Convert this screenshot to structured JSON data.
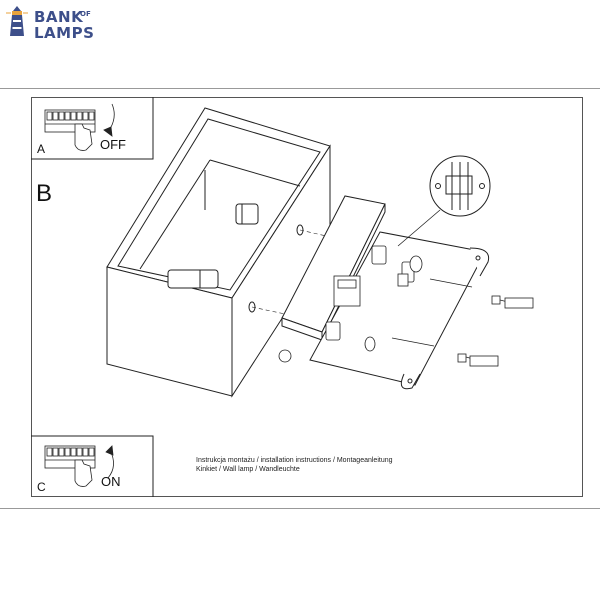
{
  "logo": {
    "line1": "BANK",
    "line1_suffix": "OF",
    "line2": "LAMPS",
    "color": "#3d4f8a"
  },
  "steps": {
    "a": {
      "label": "A",
      "state": "OFF"
    },
    "b": {
      "label": "B"
    },
    "c": {
      "label": "C",
      "state": "ON"
    }
  },
  "caption": {
    "line1": "Instrukcja montażu / installation instructions / Montageanleitung",
    "line2": "Kinkiet / Wall lamp / Wandleuchte"
  }
}
